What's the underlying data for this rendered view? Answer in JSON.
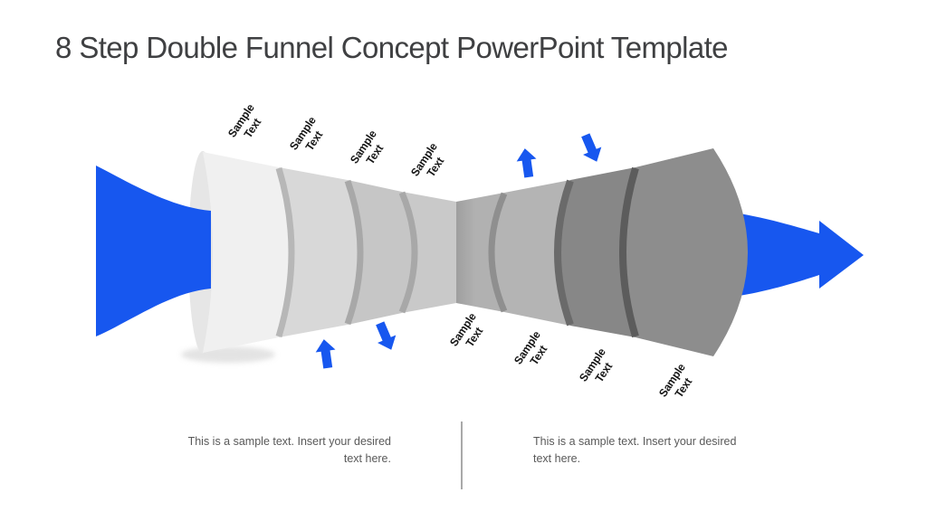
{
  "slide": {
    "title": "8 Step Double Funnel Concept PowerPoint Template",
    "background_color": "#ffffff",
    "title_color": "#3f4042"
  },
  "funnel": {
    "type": "double-funnel",
    "step_count": 8,
    "mouth_color": "#e6e6e6",
    "mouth_shadow_color": "#c8c8c8",
    "segments": [
      {
        "step": 1,
        "color": "#f0f0f0",
        "label_side": "top",
        "label": {
          "line1": "Sample",
          "line2": "Text"
        }
      },
      {
        "step": 2,
        "color": "#d8d8d8",
        "label_side": "top",
        "label": {
          "line1": "Sample",
          "line2": "Text"
        }
      },
      {
        "step": 3,
        "color": "#c6c6c6",
        "label_side": "top",
        "label": {
          "line1": "Sample",
          "line2": "Text"
        }
      },
      {
        "step": 4,
        "color": "#c9c9c9",
        "label_side": "top",
        "label": {
          "line1": "Sample",
          "line2": "Text"
        }
      },
      {
        "step": 5,
        "color": "#b1b1b1",
        "color_left": "#9f9f9f",
        "label_side": "bottom",
        "label": {
          "line1": "Sample",
          "line2": "Text"
        }
      },
      {
        "step": 6,
        "color": "#b4b4b4",
        "label_side": "bottom",
        "label": {
          "line1": "Sample",
          "line2": "Text"
        }
      },
      {
        "step": 7,
        "color": "#878787",
        "label_side": "bottom",
        "label": {
          "line1": "Sample",
          "line2": "Text"
        }
      },
      {
        "step": 8,
        "color": "#8d8d8d",
        "label_side": "bottom",
        "label": {
          "line1": "Sample",
          "line2": "Text"
        }
      }
    ],
    "rims": [
      {
        "between": "1-2",
        "color": "#b7b7b7"
      },
      {
        "between": "2-3",
        "color": "#a8a8a8"
      },
      {
        "between": "3-4",
        "color": "#a8a8a8"
      },
      {
        "between": "5-6",
        "color": "#8f8f8f"
      },
      {
        "between": "6-7",
        "color": "#6a6a6a"
      },
      {
        "between": "7-8",
        "color": "#5c5c5c"
      }
    ]
  },
  "arrows": {
    "accent_blue": "#1757ef",
    "inflow": {
      "description": "wide flow arrow entering funnel from left"
    },
    "outflow": {
      "description": "arrow exiting funnel to the right"
    },
    "small": [
      {
        "side": "left",
        "direction": "up"
      },
      {
        "side": "left",
        "direction": "down"
      },
      {
        "side": "right",
        "direction": "up"
      },
      {
        "side": "right",
        "direction": "down"
      }
    ]
  },
  "captions": {
    "left": "This is a sample text. Insert your desired text here.",
    "right": "This is a sample text. Insert your desired text here.",
    "text_color": "#595959",
    "divider_color": "#a9a9a9"
  }
}
